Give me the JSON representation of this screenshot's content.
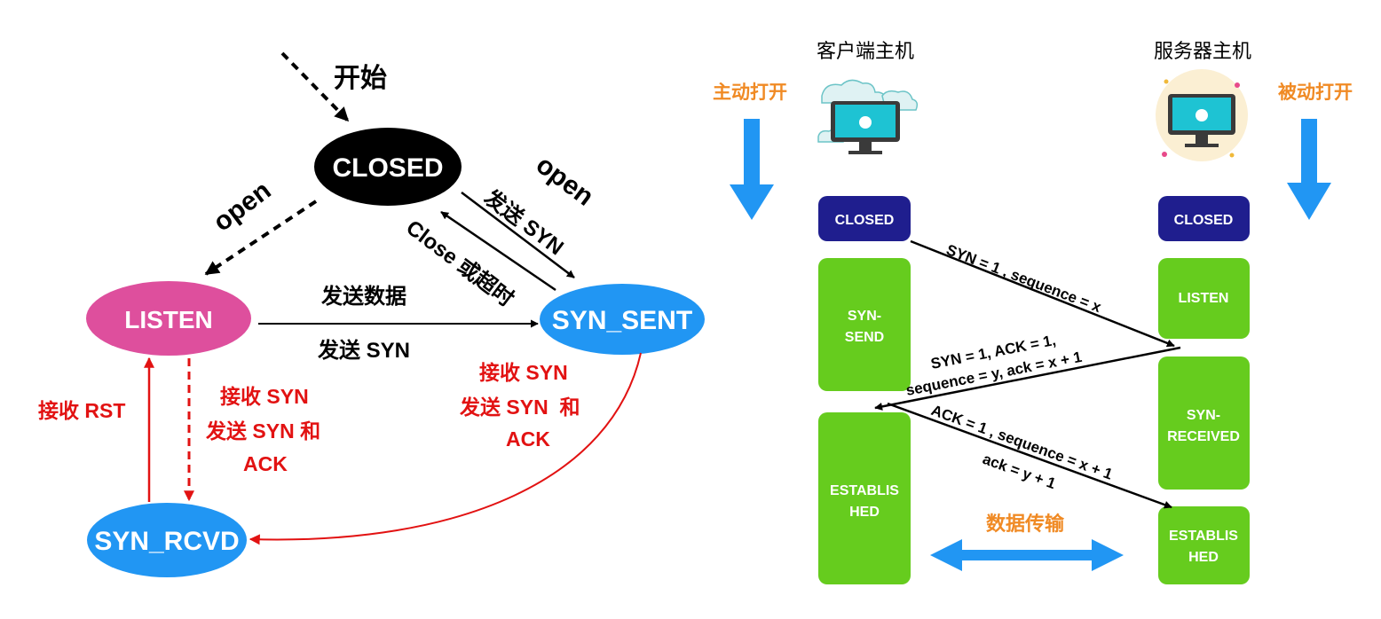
{
  "colors": {
    "closed_fill": "#000000",
    "listen_fill": "#de4f9d",
    "syn_fill": "#2196f3",
    "red": "#e21212",
    "orange": "#f08a24",
    "blue_arrow": "#2196f3",
    "navy": "#1f1e8e",
    "green": "#66cc1e"
  },
  "left": {
    "start_label": "开始",
    "states": {
      "closed": "CLOSED",
      "listen": "LISTEN",
      "syn_sent": "SYN_SENT",
      "syn_rcvd": "SYN_RCVD"
    },
    "transitions": {
      "open_left": "open",
      "open_right": "open",
      "send_syn": "发送 SYN",
      "close_timeout": "Close 或超时",
      "send_data": "发送数据",
      "send_syn_bottom": "发送 SYN",
      "recv_rst": "接收 RST",
      "recv_syn_mid": [
        "接收 SYN",
        "发送 SYN 和",
        "ACK"
      ],
      "recv_syn_right": [
        "接收 SYN",
        "发送 SYN  和",
        "ACK"
      ]
    }
  },
  "right": {
    "client_title": "客户端主机",
    "server_title": "服务器主机",
    "active_open": "主动打开",
    "passive_open": "被动打开",
    "client_icon": "monitor-cloud-icon",
    "server_icon": "monitor-sun-icon",
    "client_states": {
      "closed": "CLOSED",
      "syn_send": [
        "SYN-",
        "SEND"
      ],
      "established": [
        "ESTABLIS",
        "HED"
      ]
    },
    "server_states": {
      "closed": "CLOSED",
      "listen": "LISTEN",
      "syn_received": [
        "SYN-",
        "RECEIVED"
      ],
      "established": [
        "ESTABLIS",
        "HED"
      ]
    },
    "messages": {
      "msg1": "SYN = 1 , sequence = x",
      "msg2_line1": "SYN = 1, ACK = 1,",
      "msg2_line2": "sequence = y, ack = x + 1",
      "msg3_line1": "ACK = 1 , sequence = x + 1",
      "msg3_line2": "ack = y + 1"
    },
    "data_transfer": "数据传输"
  }
}
